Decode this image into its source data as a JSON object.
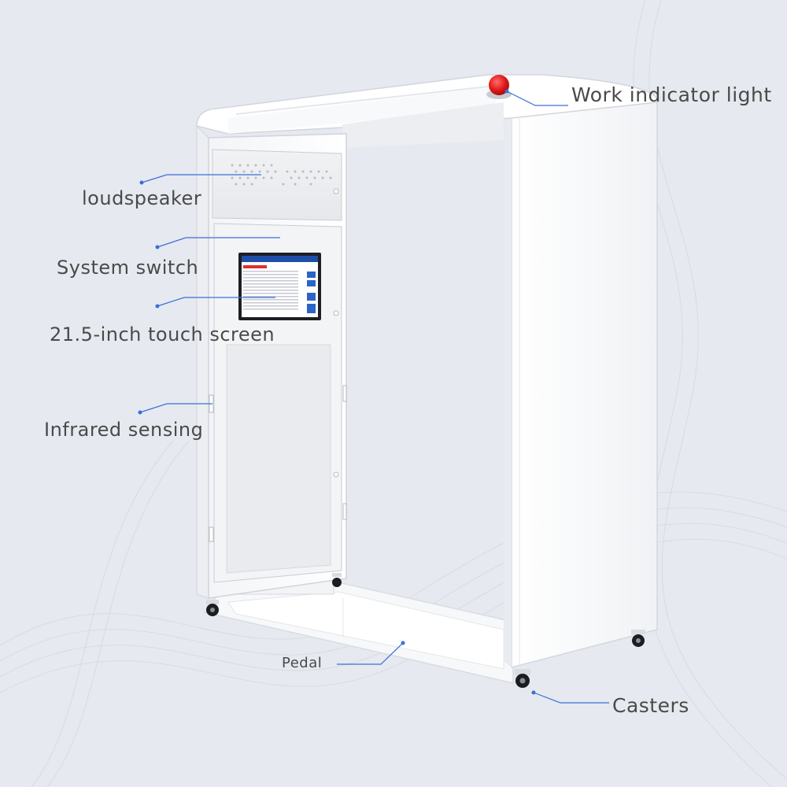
{
  "labels": {
    "work_indicator_light": "Work indicator light",
    "loudspeaker": "loudspeaker",
    "system_switch": "System switch",
    "touch_screen": "21.5-inch touch screen",
    "infrared_sensing": "Infrared sensing",
    "pedal": "Pedal",
    "casters": "Casters"
  },
  "colors": {
    "background": "#e6e9ef",
    "callout_line": "#3b6fd8",
    "indicator_light": "#e02020",
    "screen_header": "#1e4ea8",
    "cabinet": "#ffffff"
  }
}
